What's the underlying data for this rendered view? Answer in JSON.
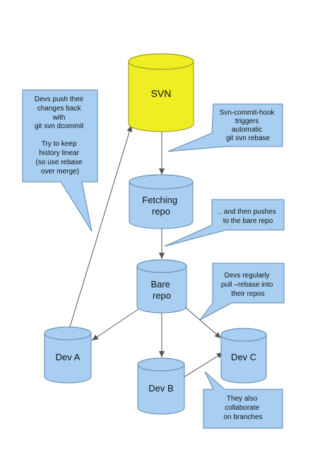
{
  "colors": {
    "svn_fill": "#eeee22",
    "svn_stroke": "#8f8f20",
    "repo_fill": "#a8cff2",
    "repo_stroke": "#5f87a8",
    "callout_fill": "#a8cff2",
    "callout_stroke": "#5f87a8",
    "arrow": "#555555",
    "text": "#111111"
  },
  "nodes": {
    "svn": {
      "label": "SVN"
    },
    "fetching": {
      "line1": "Fetching",
      "line2": "repo"
    },
    "bare": {
      "line1": "Bare",
      "line2": "repo"
    },
    "deva": {
      "label": "Dev A"
    },
    "devb": {
      "label": "Dev B"
    },
    "devc": {
      "label": "Dev C"
    }
  },
  "callouts": {
    "dcommit": {
      "lines": [
        "Devs push their",
        "changes back",
        "with",
        "git svn dcommit",
        "",
        "Try to keep",
        "history linear",
        "(so use rebase",
        "over merge)"
      ]
    },
    "hook": {
      "lines": [
        "Svn-commit-hook",
        "triggers",
        "automatic",
        "git svn rebase"
      ]
    },
    "pushes": {
      "lines": [
        ".. and then pushes",
        "to the bare repo"
      ]
    },
    "regularly": {
      "lines": [
        "Devs regularly",
        "pull –rebase into",
        "their repos"
      ]
    },
    "collaborate": {
      "lines": [
        "They also",
        "collaborate",
        "on branches"
      ]
    }
  }
}
